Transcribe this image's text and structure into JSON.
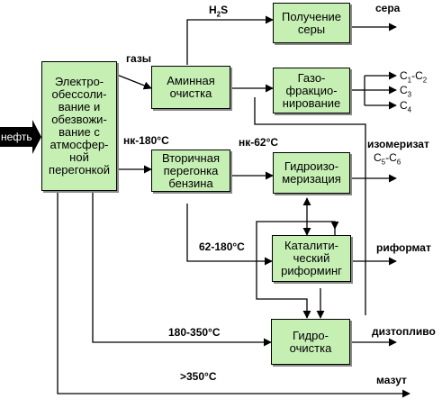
{
  "feed": "нефть",
  "boxes": {
    "elou": "Электро-\nобессоли-\nвание и\nобезвожи-\nвание с\nатмосфер-\nной\nперегонкой",
    "amine": "Аминная\nочистка",
    "sulfur": "Получение\nсеры",
    "gasfrac": "Газо-\nфракцио-\nнирование",
    "secdist": "Вторичная\nперегонка\nбензина",
    "isom": "Гидроизо-\nмеризация",
    "reform": "Каталити-\nческий\nриформинг",
    "hydro": "Гидро-\nочистка"
  },
  "streams": {
    "gases": "газы",
    "h2s": "H",
    "h2s_sub": "2",
    "h2s_tail": "S",
    "nk180": "нк-180°C",
    "nk62": "нк-62°C",
    "f62_180": "62-180°C",
    "f180_350": "180-350°C",
    "f350": ">350°C"
  },
  "outputs": {
    "sulfur": "сера",
    "isomerate": "изомеризат",
    "isomerate_c1": "C",
    "isomerate_s1": "5",
    "isomerate_dash": "-C",
    "isomerate_s2": "6",
    "reformate": "риформат",
    "diesel": "дизтопливо",
    "fuel_oil": "мазут"
  },
  "gas_products": {
    "c1c2_a": "C",
    "c1c2_s1": "1",
    "c1c2_dash": "-C",
    "c1c2_s2": "2",
    "c3": "C",
    "c3_s": "3",
    "c4": "C",
    "c4_s": "4"
  }
}
